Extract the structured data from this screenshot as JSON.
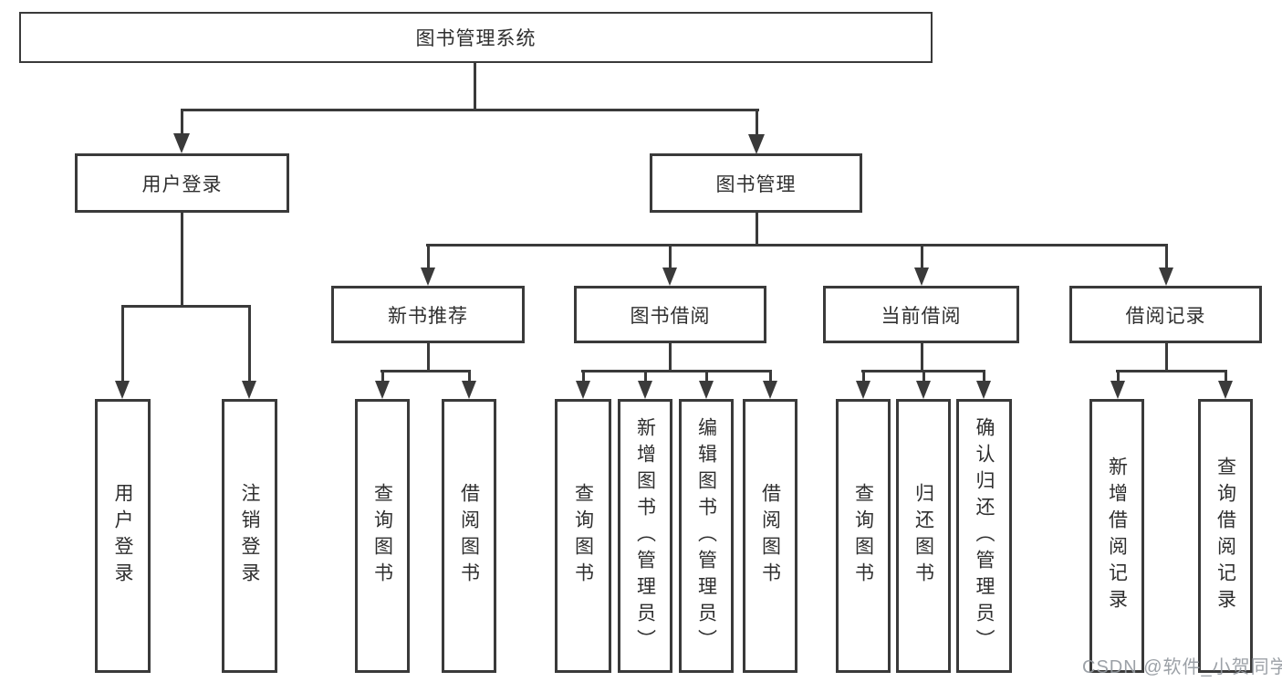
{
  "root": {
    "label": "图书管理系统"
  },
  "user_login": {
    "label": "用户登录",
    "children": [
      {
        "label": "用户登录"
      },
      {
        "label": "注销登录"
      }
    ]
  },
  "book_mgmt": {
    "label": "图书管理"
  },
  "new_book": {
    "label": "新书推荐",
    "children": [
      {
        "label": "查询图书"
      },
      {
        "label": "借阅图书"
      }
    ]
  },
  "book_borrow": {
    "label": "图书借阅",
    "children": [
      {
        "label": "查询图书"
      },
      {
        "label": "新增图书（管理员）"
      },
      {
        "label": "编辑图书（管理员）"
      },
      {
        "label": "借阅图书"
      }
    ]
  },
  "current_borrow": {
    "label": "当前借阅",
    "children": [
      {
        "label": "查询图书"
      },
      {
        "label": "归还图书"
      },
      {
        "label": "确认归还（管理员）"
      }
    ]
  },
  "borrow_records": {
    "label": "借阅记录",
    "children": [
      {
        "label": "新增借阅记录"
      },
      {
        "label": "查询借阅记录"
      }
    ]
  },
  "watermark": {
    "text": "CSDN @软件_小贺同学"
  },
  "colors": {
    "line": "#3a3a3a",
    "text": "#2f2f2f",
    "background": "#ffffff",
    "watermark": "#9499a0"
  }
}
